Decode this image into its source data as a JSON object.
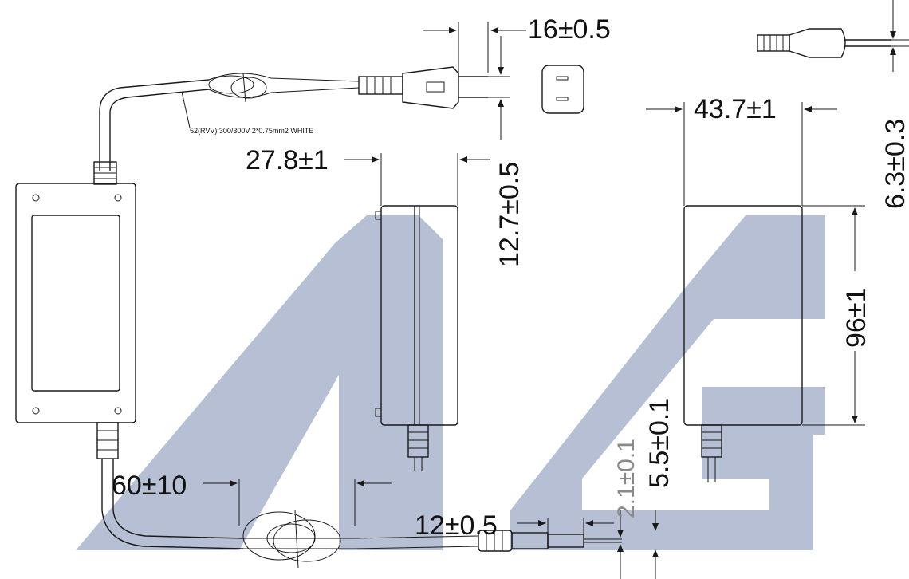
{
  "cable_label": "52(RVV) 300/300V 2*0.75mm2 WHITE",
  "dimensions": {
    "plug_pin_spacing": "16±0.5",
    "plug_pin_length": "12.7±0.5",
    "plug_thickness": "6.3±0.3",
    "adapter_thickness": "27.8±1",
    "adapter_width": "43.7±1",
    "adapter_length": "96±1",
    "dc_cable_length": "60±10",
    "dc_plug_length": "12±0.5",
    "dc_inner_diameter": "2.1±0.1",
    "dc_outer_diameter": "5.5±0.1"
  },
  "watermark": "AG",
  "colors": {
    "watermark": "#aab4cc",
    "line": "#1a1a1a"
  }
}
